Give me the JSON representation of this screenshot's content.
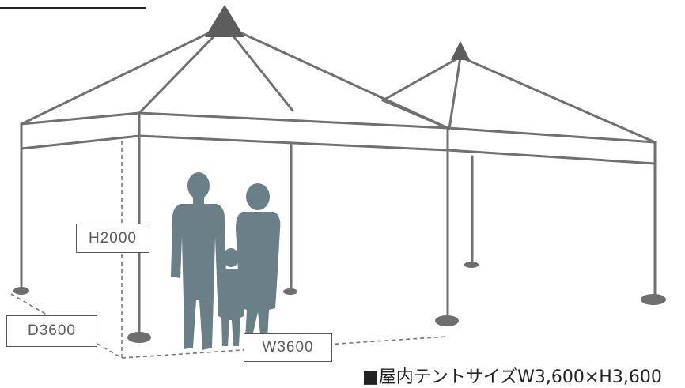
{
  "labels": {
    "height": "H2000",
    "depth": "D3600",
    "width": "W3600"
  },
  "caption": "■屋内テントサイズW3,600×H3,600",
  "colors": {
    "frame": "#707070",
    "silhouette": "#6b7f87",
    "base": "#6e6e6e",
    "peak": "#5d5d5d",
    "dimension_line": "#777777"
  }
}
